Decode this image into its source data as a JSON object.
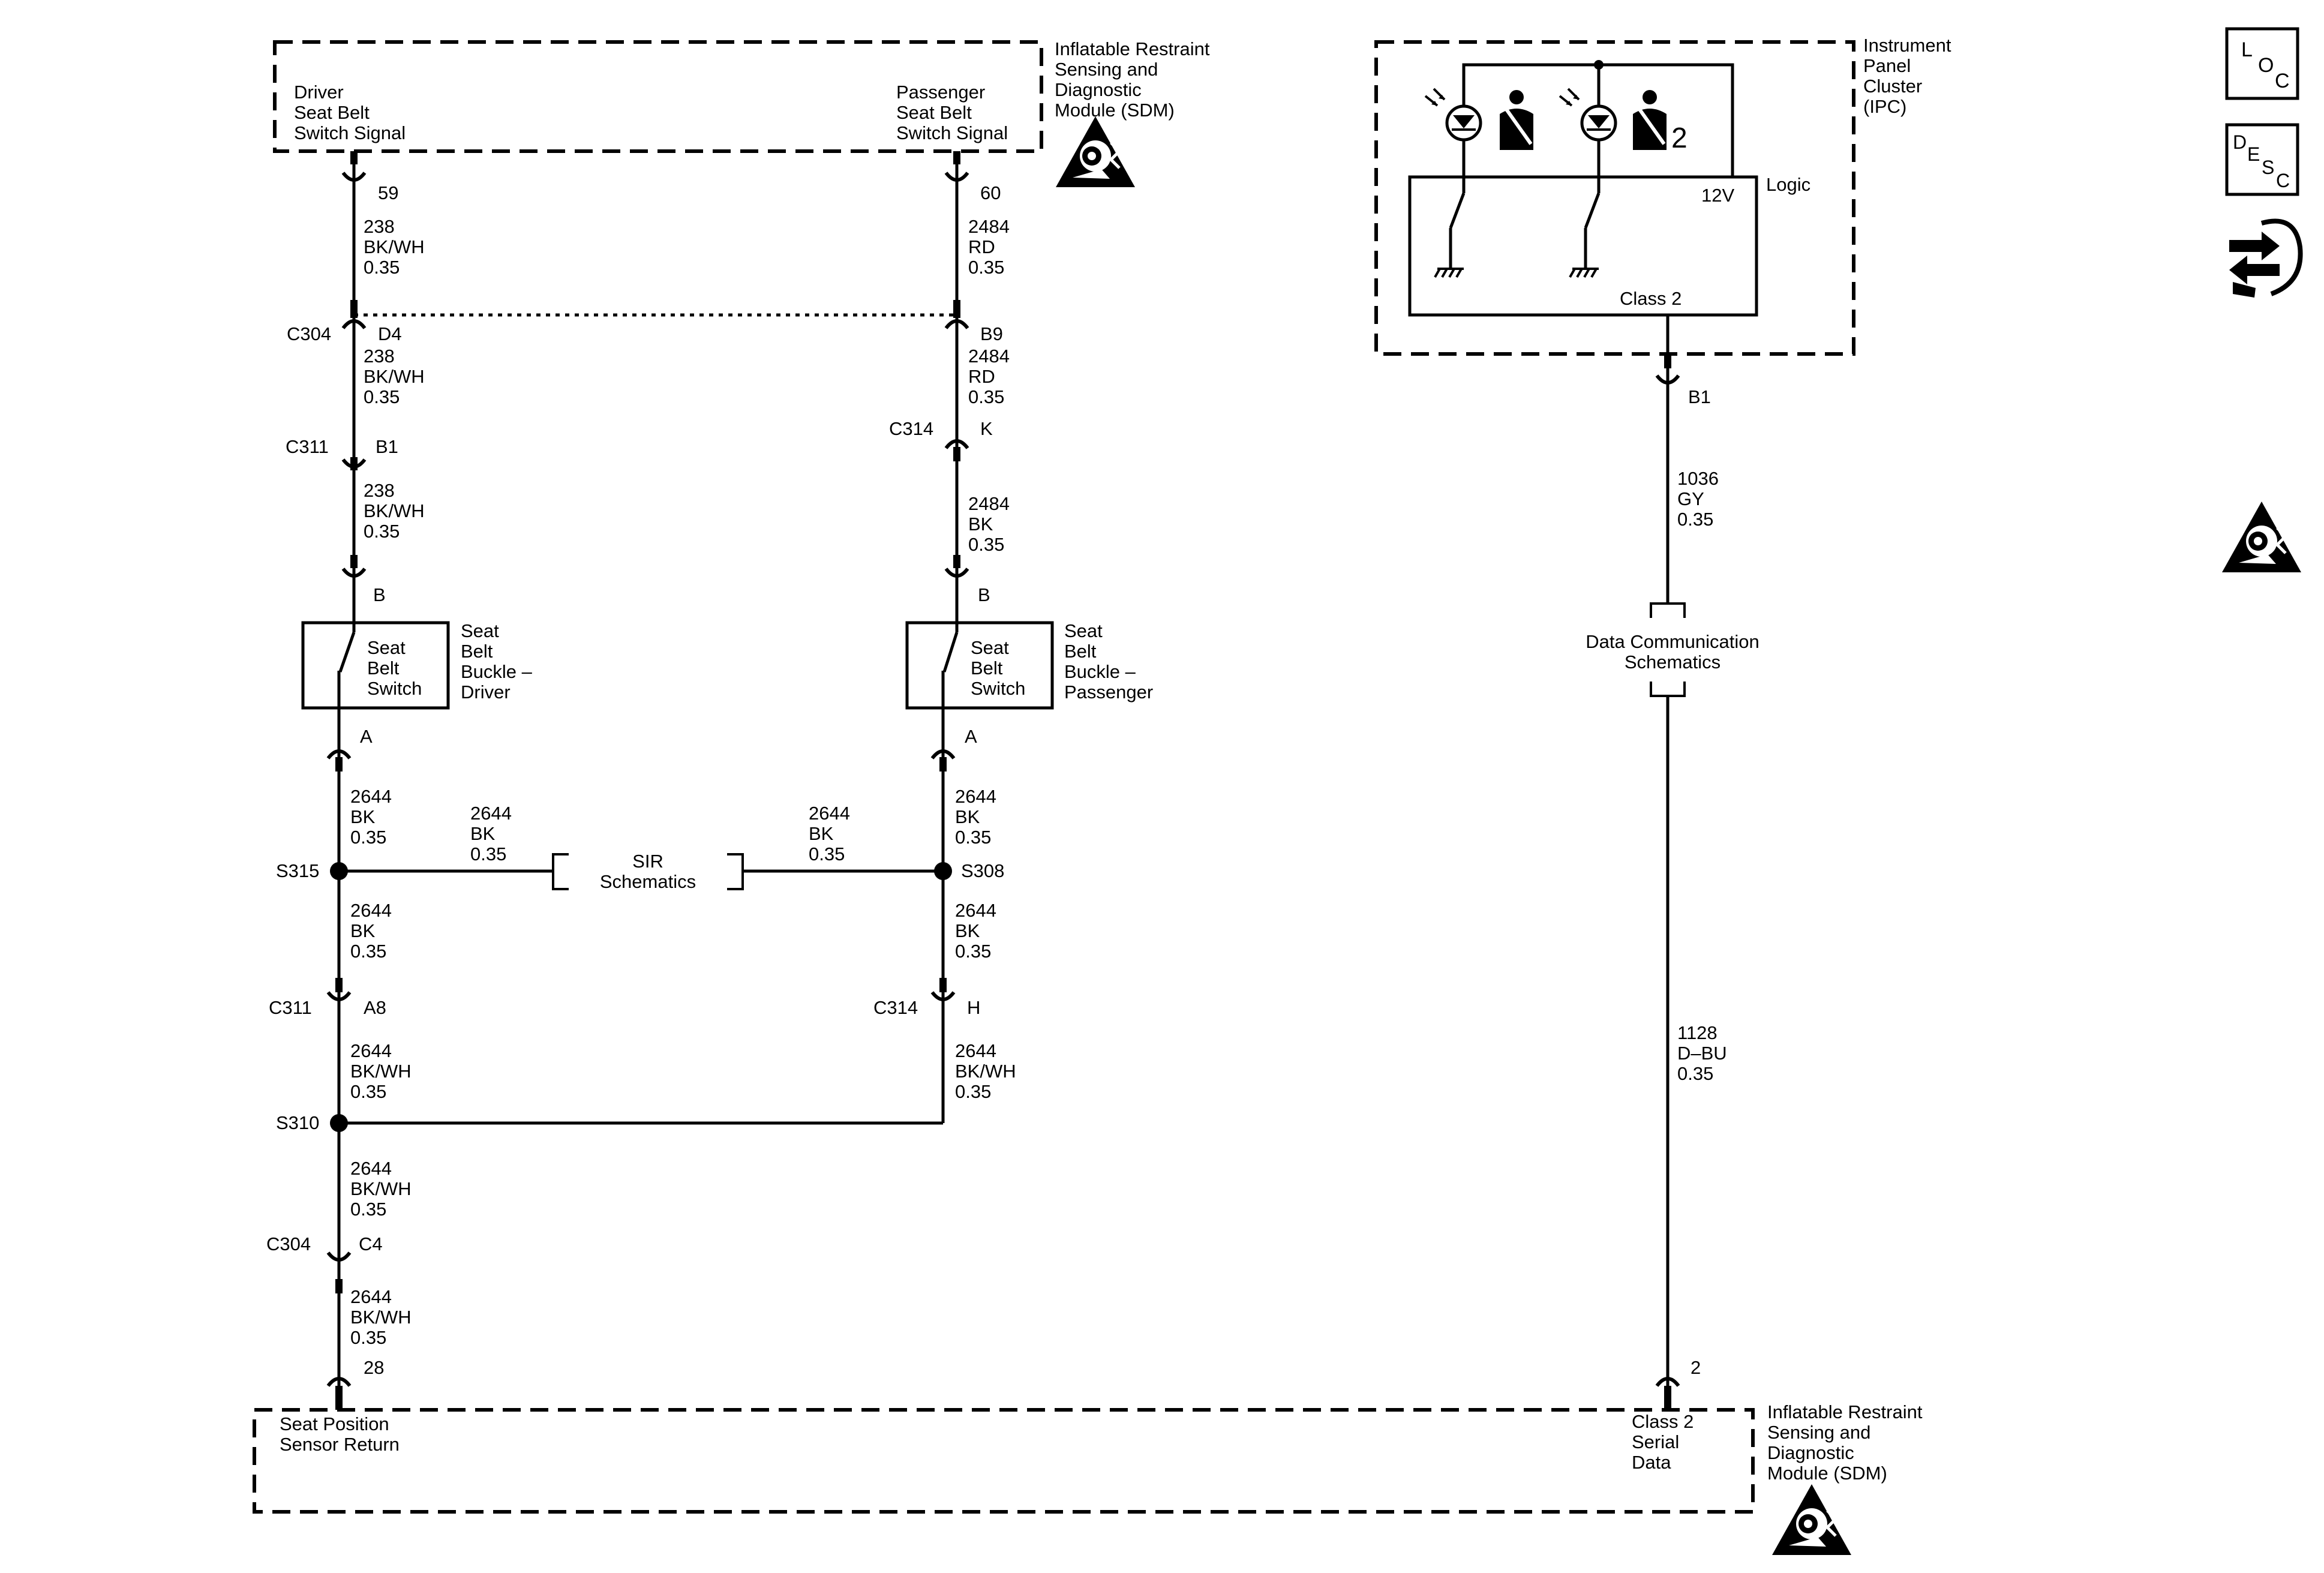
{
  "sdm_top": {
    "title": [
      "Inflatable Restraint",
      "Sensing and",
      "Diagnostic",
      "Module (SDM)"
    ],
    "driver_signal": [
      "Driver",
      "Seat Belt",
      "Switch Signal"
    ],
    "passenger_signal": [
      "Passenger",
      "Seat Belt",
      "Switch Signal"
    ]
  },
  "ipc": {
    "title": [
      "Instrument",
      "Panel",
      "Cluster",
      "(IPC)"
    ],
    "logic": "Logic",
    "v12": "12V",
    "class2": "Class 2",
    "indicator_num": "2",
    "pin": "B1"
  },
  "side_icons": {
    "loc": [
      "L",
      "O",
      "C"
    ],
    "desc": [
      "D",
      "E",
      "S",
      "C"
    ]
  },
  "driver_path": {
    "pin_sdm": "59",
    "wire1": [
      "238",
      "BK/WH",
      "0.35"
    ],
    "conn1": "C304",
    "conn1_pin": "D4",
    "wire2": [
      "238",
      "BK/WH",
      "0.35"
    ],
    "conn2": "C311",
    "conn2_pin": "B1",
    "wire3": [
      "238",
      "BK/WH",
      "0.35"
    ],
    "switch_pin_b": "B",
    "switch_box": [
      "Seat",
      "Belt",
      "Switch"
    ],
    "switch_name": [
      "Seat",
      "Belt",
      "Buckle –",
      "Driver"
    ],
    "switch_pin_a": "A",
    "wire4": [
      "2644",
      "BK",
      "0.35"
    ],
    "splice1": "S315",
    "wire5": [
      "2644",
      "BK",
      "0.35"
    ],
    "conn3": "C311",
    "conn3_pin": "A8",
    "wire6": [
      "2644",
      "BK/WH",
      "0.35"
    ],
    "splice2": "S310",
    "wire7": [
      "2644",
      "BK/WH",
      "0.35"
    ],
    "conn4": "C304",
    "conn4_pin": "C4",
    "wire8": [
      "2644",
      "BK/WH",
      "0.35"
    ],
    "pin_bottom": "28"
  },
  "passenger_path": {
    "pin_sdm": "60",
    "wire1": [
      "2484",
      "RD",
      "0.35"
    ],
    "conn1_pin": "B9",
    "wire2": [
      "2484",
      "RD",
      "0.35"
    ],
    "conn2": "C314",
    "conn2_pin": "K",
    "wire3": [
      "2484",
      "BK",
      "0.35"
    ],
    "switch_pin_b": "B",
    "switch_box": [
      "Seat",
      "Belt",
      "Switch"
    ],
    "switch_name": [
      "Seat",
      "Belt",
      "Buckle –",
      "Passenger"
    ],
    "switch_pin_a": "A",
    "wire4": [
      "2644",
      "BK",
      "0.35"
    ],
    "splice1": "S308",
    "wire5": [
      "2644",
      "BK",
      "0.35"
    ],
    "conn3": "C314",
    "conn3_pin": "H",
    "wire6": [
      "2644",
      "BK/WH",
      "0.35"
    ]
  },
  "sir": {
    "left_wire": [
      "2644",
      "BK",
      "0.35"
    ],
    "right_wire": [
      "2644",
      "BK",
      "0.35"
    ],
    "label": [
      "SIR",
      "Schematics"
    ]
  },
  "data_comm": {
    "wire1": [
      "1036",
      "GY",
      "0.35"
    ],
    "label": [
      "Data Communication",
      "Schematics"
    ],
    "wire2": [
      "1128",
      "D–BU",
      "0.35"
    ],
    "pin_bottom": "2"
  },
  "sdm_bottom": {
    "title": [
      "Inflatable Restraint",
      "Sensing and",
      "Diagnostic",
      "Module (SDM)"
    ],
    "seat_return": [
      "Seat Position",
      "Sensor Return"
    ],
    "class2": [
      "Class 2",
      "Serial",
      "Data"
    ]
  }
}
